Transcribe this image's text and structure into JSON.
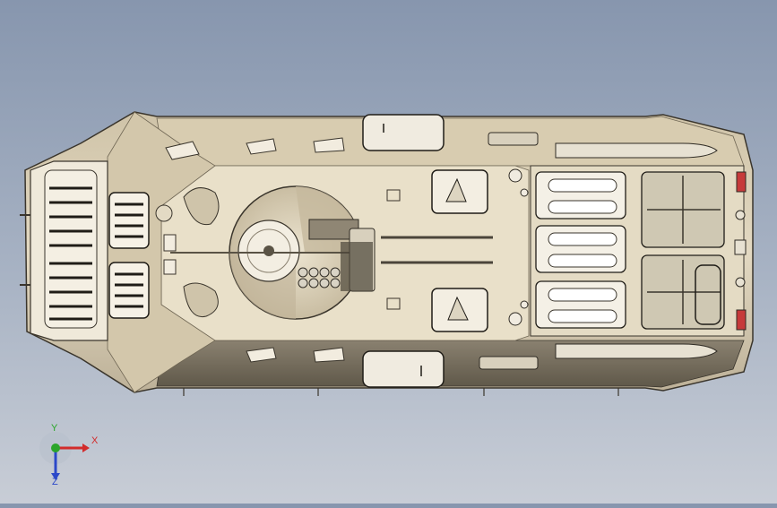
{
  "viewport": {
    "background_top": "#8796ae",
    "background_bottom": "#c8cdd6",
    "model": {
      "hull_color": "#d9ceb4",
      "deck_color": "#e8dec6",
      "dark_panel_color": "#6e6657",
      "outline_color": "#3a352c"
    }
  },
  "triad": {
    "x_label": "X",
    "y_label": "Y",
    "z_label": "Z",
    "x_color": "#d22b2b",
    "y_color": "#2aa52a",
    "z_color": "#2b48c9"
  }
}
